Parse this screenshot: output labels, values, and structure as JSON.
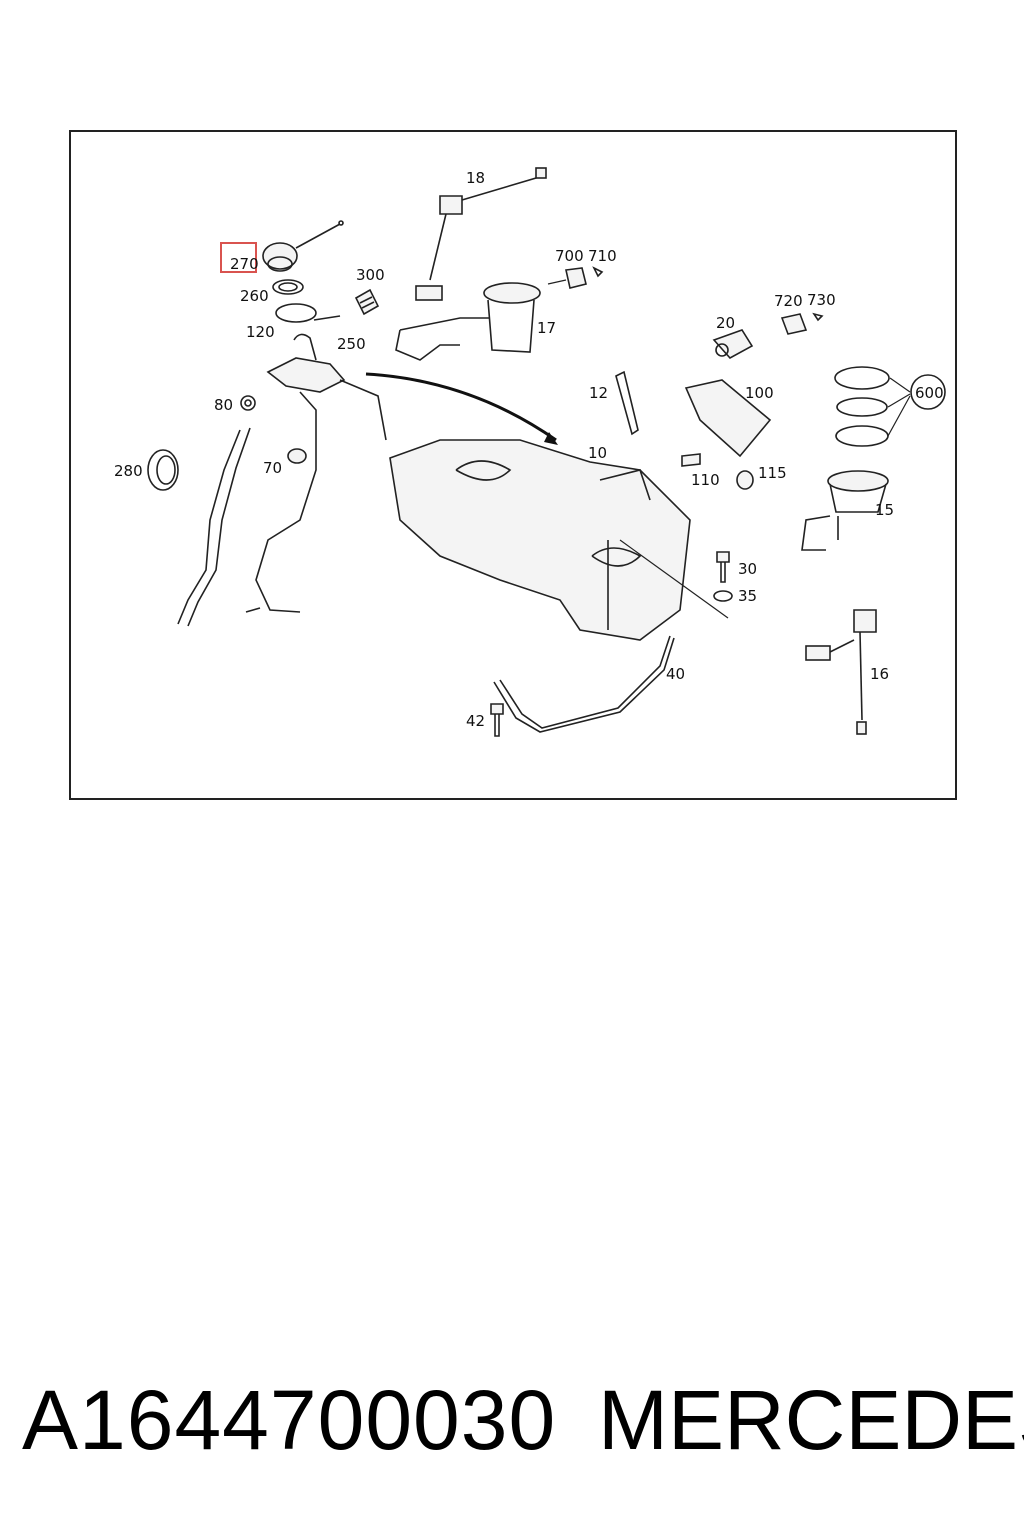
{
  "diagram": {
    "highlight_color": "#d9534f",
    "highlighted_callout": "270",
    "callouts": {
      "c270": "270",
      "c260": "260",
      "c120": "120",
      "c300": "300",
      "c250": "250",
      "c80": "80",
      "c280": "280",
      "c70": "70",
      "c18": "18",
      "c700": "700",
      "c710": "710",
      "c17": "17",
      "c20": "20",
      "c720": "720",
      "c730": "730",
      "c600": "600",
      "c12": "12",
      "c100": "100",
      "c10": "10",
      "c110": "110",
      "c115": "115",
      "c15": "15",
      "c30": "30",
      "c35": "35",
      "c40": "40",
      "c42": "42",
      "c16": "16"
    }
  },
  "footer": {
    "part_number": "A1644700030",
    "brand": "MERCEDES"
  }
}
